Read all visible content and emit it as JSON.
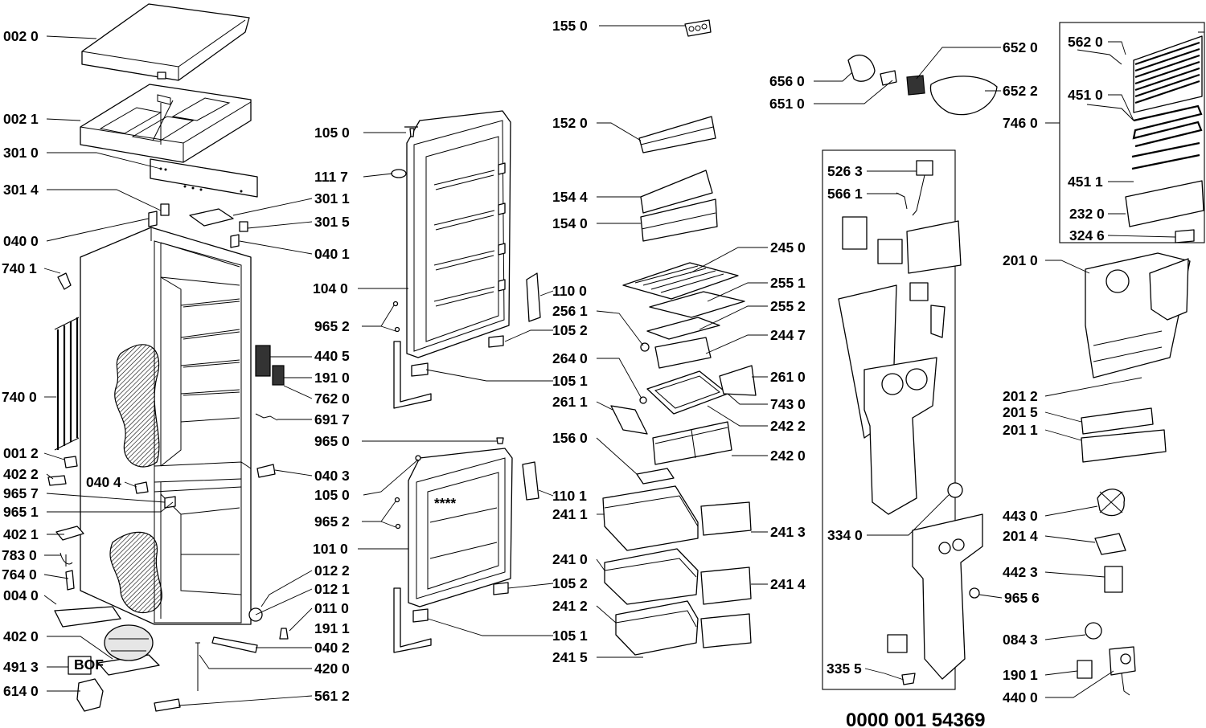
{
  "diagram": {
    "reference_number": "0000 001 54369",
    "labels": [
      {
        "id": "l1",
        "text": "002 0"
      },
      {
        "id": "l2",
        "text": "002 1"
      },
      {
        "id": "l3",
        "text": "301 0"
      },
      {
        "id": "l4",
        "text": "301 4"
      },
      {
        "id": "l5",
        "text": "040 0"
      },
      {
        "id": "l6",
        "text": "740 1"
      },
      {
        "id": "l7",
        "text": "740 0"
      },
      {
        "id": "l8",
        "text": "001 2"
      },
      {
        "id": "l9",
        "text": "402 2"
      },
      {
        "id": "l10",
        "text": "040 4"
      },
      {
        "id": "l11",
        "text": "965 7"
      },
      {
        "id": "l12",
        "text": "965 1"
      },
      {
        "id": "l13",
        "text": "402 1"
      },
      {
        "id": "l14",
        "text": "783 0"
      },
      {
        "id": "l15",
        "text": "764 0"
      },
      {
        "id": "l16",
        "text": "004 0"
      },
      {
        "id": "l17",
        "text": "402 0"
      },
      {
        "id": "l18",
        "text": "491 3"
      },
      {
        "id": "l19",
        "text": "614 0"
      },
      {
        "id": "l20",
        "text": "105 0"
      },
      {
        "id": "l21",
        "text": "111 7"
      },
      {
        "id": "l22",
        "text": "301 1"
      },
      {
        "id": "l23",
        "text": "301 5"
      },
      {
        "id": "l24",
        "text": "040 1"
      },
      {
        "id": "l25",
        "text": "104 0"
      },
      {
        "id": "l26",
        "text": "965 2"
      },
      {
        "id": "l27",
        "text": "440 5"
      },
      {
        "id": "l28",
        "text": "191 0"
      },
      {
        "id": "l29",
        "text": "762 0"
      },
      {
        "id": "l30",
        "text": "691 7"
      },
      {
        "id": "l31",
        "text": "965 0"
      },
      {
        "id": "l32",
        "text": "040 3"
      },
      {
        "id": "l33",
        "text": "105 0"
      },
      {
        "id": "l34",
        "text": "965 2"
      },
      {
        "id": "l35",
        "text": "101 0"
      },
      {
        "id": "l36",
        "text": "012 2"
      },
      {
        "id": "l37",
        "text": "012 1"
      },
      {
        "id": "l38",
        "text": "011 0"
      },
      {
        "id": "l39",
        "text": "191 1"
      },
      {
        "id": "l40",
        "text": "040 2"
      },
      {
        "id": "l41",
        "text": "420 0"
      },
      {
        "id": "l42",
        "text": "561 2"
      },
      {
        "id": "l43",
        "text": "155 0"
      },
      {
        "id": "l44",
        "text": "152 0"
      },
      {
        "id": "l45",
        "text": "154 4"
      },
      {
        "id": "l46",
        "text": "154 0"
      },
      {
        "id": "l47",
        "text": "110 0"
      },
      {
        "id": "l48",
        "text": "256 1"
      },
      {
        "id": "l49",
        "text": "105 2"
      },
      {
        "id": "l50",
        "text": "264 0"
      },
      {
        "id": "l51",
        "text": "105 1"
      },
      {
        "id": "l52",
        "text": "261 1"
      },
      {
        "id": "l53",
        "text": "156 0"
      },
      {
        "id": "l54",
        "text": "110 1"
      },
      {
        "id": "l55",
        "text": "241 1"
      },
      {
        "id": "l56",
        "text": "241 0"
      },
      {
        "id": "l57",
        "text": "105 2"
      },
      {
        "id": "l58",
        "text": "241 2"
      },
      {
        "id": "l59",
        "text": "105 1"
      },
      {
        "id": "l60",
        "text": "241 5"
      },
      {
        "id": "l61",
        "text": "245 0"
      },
      {
        "id": "l62",
        "text": "255 1"
      },
      {
        "id": "l63",
        "text": "255 2"
      },
      {
        "id": "l64",
        "text": "244 7"
      },
      {
        "id": "l65",
        "text": "261 0"
      },
      {
        "id": "l66",
        "text": "743 0"
      },
      {
        "id": "l67",
        "text": "242 2"
      },
      {
        "id": "l68",
        "text": "242 0"
      },
      {
        "id": "l69",
        "text": "241 3"
      },
      {
        "id": "l70",
        "text": "241 4"
      },
      {
        "id": "l71",
        "text": "656 0"
      },
      {
        "id": "l72",
        "text": "651 0"
      },
      {
        "id": "l73",
        "text": "652 0"
      },
      {
        "id": "l74",
        "text": "652 2"
      },
      {
        "id": "l75",
        "text": "746 0"
      },
      {
        "id": "l76",
        "text": "526 3"
      },
      {
        "id": "l77",
        "text": "566 1"
      },
      {
        "id": "l78",
        "text": "334 0"
      },
      {
        "id": "l79",
        "text": "335 5"
      },
      {
        "id": "l80",
        "text": "562 0"
      },
      {
        "id": "l81",
        "text": "451 0"
      },
      {
        "id": "l82",
        "text": "451 1"
      },
      {
        "id": "l83",
        "text": "232 0"
      },
      {
        "id": "l84",
        "text": "324 6"
      },
      {
        "id": "l85",
        "text": "201 0"
      },
      {
        "id": "l86",
        "text": "201 2"
      },
      {
        "id": "l87",
        "text": "201 5"
      },
      {
        "id": "l88",
        "text": "201 1"
      },
      {
        "id": "l89",
        "text": "443 0"
      },
      {
        "id": "l90",
        "text": "201 4"
      },
      {
        "id": "l91",
        "text": "442 3"
      },
      {
        "id": "l92",
        "text": "965 6"
      },
      {
        "id": "l93",
        "text": "084 3"
      },
      {
        "id": "l94",
        "text": "190 1"
      },
      {
        "id": "l95",
        "text": "440 0"
      }
    ],
    "freezer_stars": "****",
    "compressor_badge": "BOF"
  }
}
